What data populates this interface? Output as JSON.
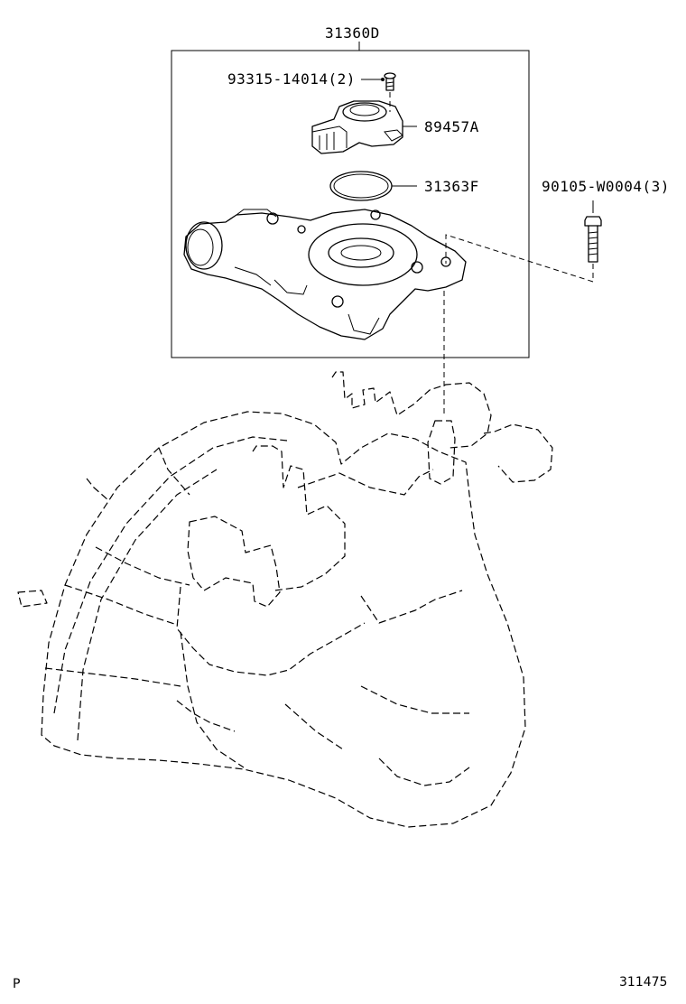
{
  "diagram": {
    "assembly_number": "31360D",
    "parts": [
      {
        "id": "bolt-small",
        "label": "93315-14014(2)"
      },
      {
        "id": "sensor",
        "label": "89457A"
      },
      {
        "id": "o-ring",
        "label": "31363F"
      },
      {
        "id": "bolt-large",
        "label": "90105-W0004(3)"
      }
    ],
    "footer": {
      "left": "P",
      "right": "311475"
    }
  }
}
